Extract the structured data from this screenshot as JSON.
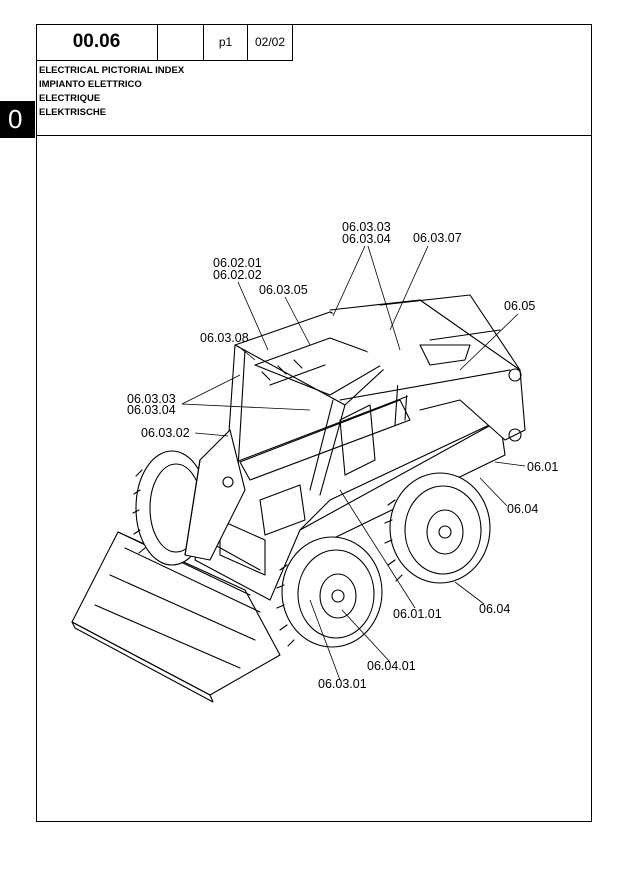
{
  "header": {
    "code": "00.06",
    "page": "p1",
    "revision": "02/02"
  },
  "titles": [
    "ELECTRICAL PICTORIAL INDEX",
    "IMPIANTO ELETTRICO",
    "ELECTRIQUE",
    "ELEKTRISCHE"
  ],
  "section_tab": "0",
  "callouts": [
    "06.03.03",
    "06.03.04",
    "06.03.07",
    "06.02.01",
    "06.02.02",
    "06.03.05",
    "06.05",
    "06.03.08",
    "06.03.03",
    "06.03.04",
    "06.03.02",
    "06.01",
    "06.04",
    "06.04",
    "06.01.01",
    "06.04.01",
    "06.03.01"
  ]
}
